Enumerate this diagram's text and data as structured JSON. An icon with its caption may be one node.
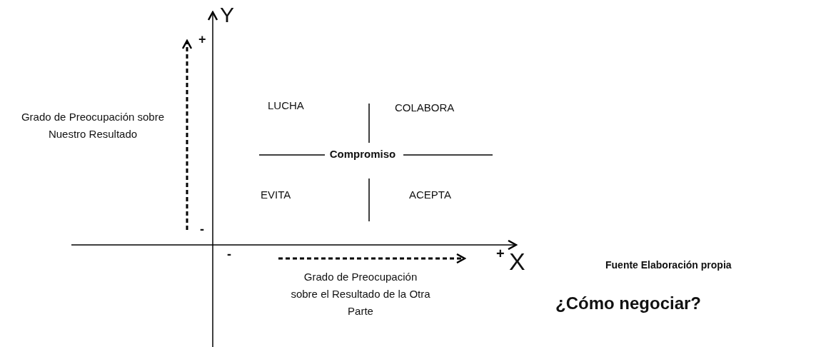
{
  "diagram": {
    "caption": "¿Cómo negociar?",
    "labels": [
      "Y",
      "+",
      "LUCHA",
      "COLABORA",
      "Grado de Preocupación sobre Nuestro Resultado",
      "Compromiso",
      "EVITA",
      "ACEPTA",
      "-",
      "-",
      "+",
      "X",
      "Fuente Elaboración propia",
      "Grado de Preocupación sobre el Resultado de la Otra Parte"
    ]
  }
}
